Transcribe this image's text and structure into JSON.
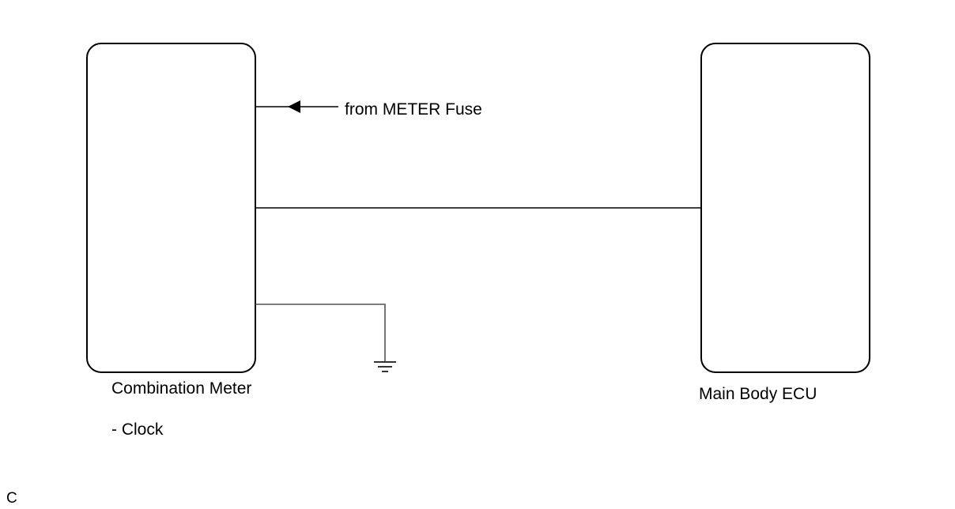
{
  "components": {
    "combination_meter": {
      "name": "Combination Meter",
      "sub": "- Clock"
    },
    "main_body_ecu": {
      "name": "Main Body ECU"
    }
  },
  "connections": {
    "fuse": "from METER Fuse"
  },
  "footer": {
    "code": "C"
  }
}
